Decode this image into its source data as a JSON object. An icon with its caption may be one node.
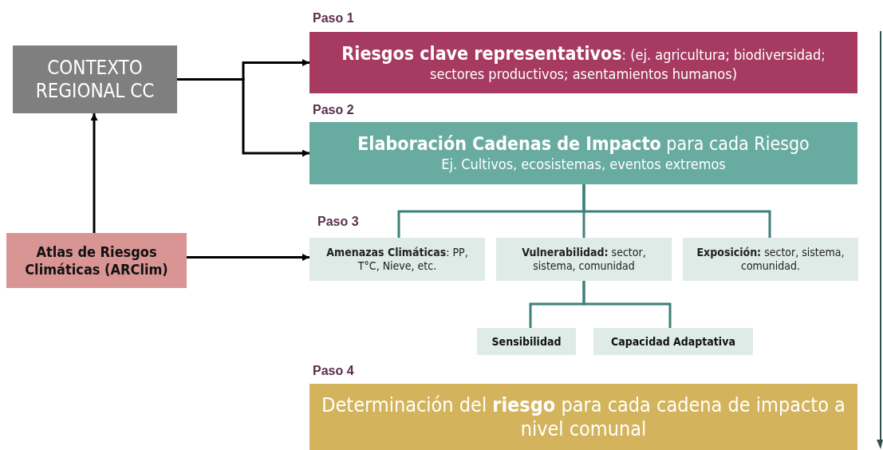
{
  "diagram": {
    "nodes": [
      {
        "text": [
          "CONTEXTO REGIONAL CC"
        ]
      },
      {
        "text": [
          "Atlas de Riesgos Climáticas (ARClim)"
        ]
      },
      {
        "text": [
          "**Riesgos clave representativos**: (ej. agricultura; biodiversidad; sectores productivos; asentamientos humanos)"
        ]
      },
      {
        "text": [
          "**Elaboración Cadenas de Impacto** para cada Riesgo",
          "Ej. Cultivos, ecosistemas, eventos extremos"
        ]
      },
      {
        "text": [
          "**Amenazas Climáticas**: PP, T°C, Nieve, etc."
        ]
      },
      {
        "text": [
          "**Vulnerabilidad:** sector, sistema, comunidad"
        ]
      },
      {
        "text": [
          "**Exposición:** sector, sistema, comunidad."
        ]
      },
      {
        "text": [
          "Sensibilidad"
        ]
      },
      {
        "text": [
          "Capacidad Adaptativa"
        ]
      },
      {
        "text": [
          "Determinación del **riesgo** para cada cadena de impacto a nivel comunal"
        ]
      }
    ],
    "edges": [
      {
        "from": 0,
        "to": 2,
        "arrow": "to",
        "color": "#000000"
      },
      {
        "from": 0,
        "to": 3,
        "arrow": "to",
        "color": "#000000"
      },
      {
        "from": 1,
        "to": 0,
        "arrow": "to",
        "color": "#000000"
      },
      {
        "from": 1,
        "to": 4,
        "arrow": "to",
        "color": "#000000"
      },
      {
        "from": 3,
        "to": 4,
        "arrow": "none"
      },
      {
        "from": 3,
        "to": 5,
        "arrow": "none"
      },
      {
        "from": 3,
        "to": 6,
        "arrow": "none"
      },
      {
        "from": 5,
        "to": 7,
        "arrow": "none"
      },
      {
        "from": 5,
        "to": 8,
        "arrow": "none"
      }
    ],
    "labels": [
      "Paso 1",
      "Paso 2",
      "Paso 3",
      "Paso 4"
    ]
  }
}
